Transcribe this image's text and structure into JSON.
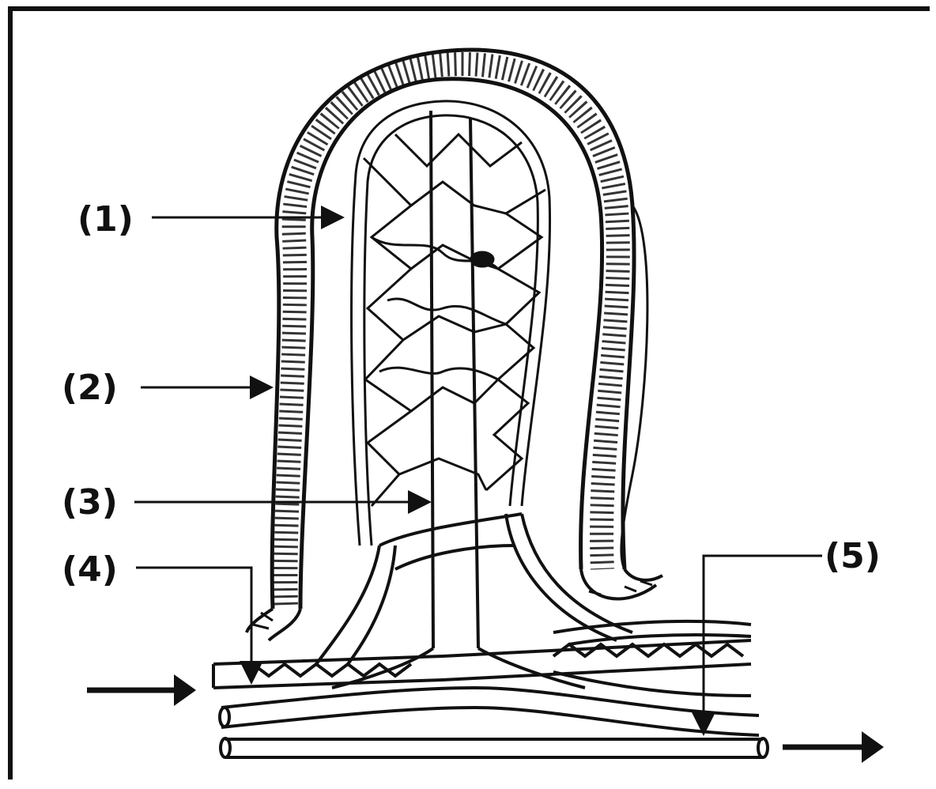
{
  "labels": {
    "l1": "(1)",
    "l2": "(2)",
    "l3": "(3)",
    "l4": "(4)",
    "l5": "(5)"
  },
  "colors": {
    "ink": "#111111",
    "paper": "#ffffff"
  }
}
